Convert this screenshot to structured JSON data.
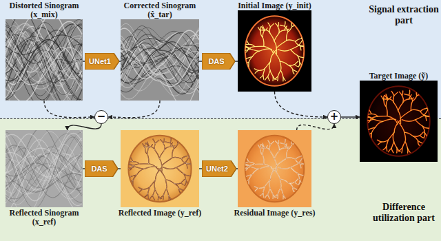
{
  "diagram": {
    "nodes": [
      {
        "text": [
          "Signal extraction part"
        ]
      },
      {
        "text": [
          "Distorted Sinogram (x_mix)"
        ],
        "in": 0
      },
      {
        "text": [
          "UNet1"
        ],
        "in": 0
      },
      {
        "text": [
          "Corrected Sinogram (x̂_tar)"
        ],
        "in": 0
      },
      {
        "text": [
          "DAS"
        ],
        "in": 0
      },
      {
        "text": [
          "Initial Image (y_init)"
        ],
        "in": 0
      },
      {
        "text": [
          "Target Image (ỹ)"
        ]
      },
      {
        "text": [
          "Difference utilization part"
        ]
      },
      {
        "text": [
          "Reflected Sinogram (x_ref)"
        ],
        "in": 7
      },
      {
        "text": [
          "DAS"
        ],
        "in": 7
      },
      {
        "text": [
          "Reflected Image (y_ref)"
        ],
        "in": 7
      },
      {
        "text": [
          "UNet2"
        ],
        "in": 7
      },
      {
        "text": [
          "Residual Image (y_res)"
        ],
        "in": 7
      },
      {
        "text": [
          "−"
        ]
      },
      {
        "text": [
          "+"
        ]
      }
    ],
    "edges": [
      {
        "from": 1,
        "to": 2,
        "arrow": "none"
      },
      {
        "from": 2,
        "to": 3,
        "arrow": "none"
      },
      {
        "from": 3,
        "to": 4,
        "arrow": "none"
      },
      {
        "from": 4,
        "to": 5,
        "arrow": "none"
      },
      {
        "from": 1,
        "to": 13,
        "arrow": "to"
      },
      {
        "from": 3,
        "to": 13,
        "arrow": "to"
      },
      {
        "from": 13,
        "to": 8,
        "arrow": "to"
      },
      {
        "from": 5,
        "to": 14,
        "arrow": "to"
      },
      {
        "from": 12,
        "to": 14,
        "arrow": "to"
      },
      {
        "from": 14,
        "to": 6,
        "arrow": "to"
      },
      {
        "from": 8,
        "to": 9,
        "arrow": "none"
      },
      {
        "from": 9,
        "to": 10,
        "arrow": "none"
      },
      {
        "from": 10,
        "to": 11,
        "arrow": "none"
      },
      {
        "from": 11,
        "to": 12,
        "arrow": "none"
      }
    ]
  }
}
